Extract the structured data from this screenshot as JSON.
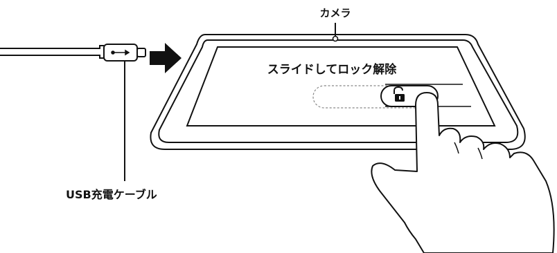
{
  "labels": {
    "camera": "カメラ",
    "screen_text": "スライドしてロック解除",
    "usb_cable": "USB充電ケーブル"
  },
  "icons": {
    "lock": "unlocked-padlock-icon",
    "arrow": "right-arrow-icon",
    "hand": "pointing-hand-icon"
  },
  "colors": {
    "line": "#111111",
    "background": "#ffffff",
    "slider_outline": "#888888"
  }
}
